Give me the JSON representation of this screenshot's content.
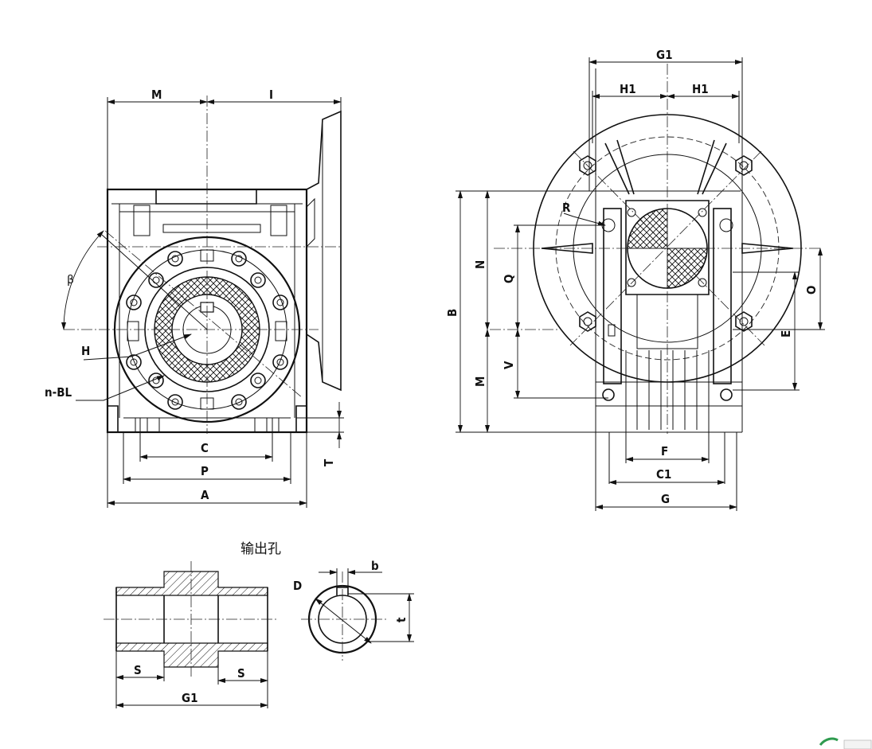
{
  "title_cn": "输出孔",
  "front_view": {
    "labels": {
      "M": "M",
      "I": "I",
      "beta": "β",
      "H": "H",
      "nBL": "n-BL",
      "C": "C",
      "P": "P",
      "A": "A",
      "T": "T"
    }
  },
  "side_view": {
    "labels": {
      "G1": "G1",
      "H1a": "H1",
      "H1b": "H1",
      "R": "R",
      "N": "N",
      "Q": "Q",
      "B": "B",
      "V": "V",
      "M": "M",
      "O": "O",
      "E": "E",
      "F": "F",
      "C1": "C1",
      "G": "G"
    }
  },
  "output_bore": {
    "labels": {
      "D": "D",
      "b": "b",
      "t": "t",
      "S1": "S",
      "S2": "S",
      "G1": "G1"
    }
  },
  "colors": {
    "line": "#111111",
    "background": "#ffffff"
  }
}
